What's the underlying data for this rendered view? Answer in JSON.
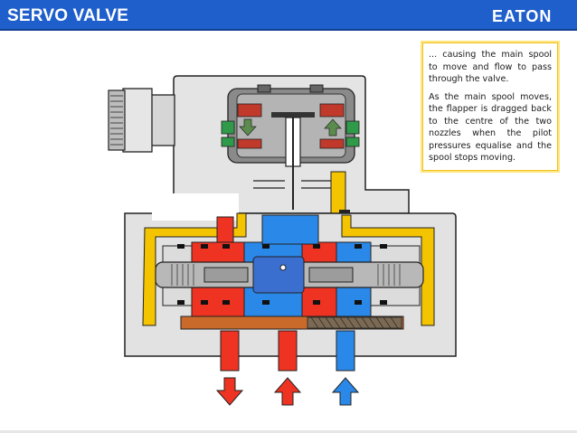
{
  "header": {
    "title": "SERVO VALVE",
    "logo_text": "EATON",
    "background_color": "#1f5fcc"
  },
  "note": {
    "paragraph_1": "... causing the main spool to move and flow to pass through the valve.",
    "paragraph_2": "As the main spool moves, the flapper is dragged back to the centre of the two nozzles when the pilot pressures equalise and the spool stops moving."
  },
  "colors": {
    "pressure_red": "#ee3322",
    "return_blue": "#2a88e8",
    "pilot_yellow": "#f5c400",
    "body_gray": "#e2e2e2",
    "coil_red": "#c0392b",
    "coil_green": "#2f9a4a"
  },
  "icons": {
    "port_a_arrow": "arrow-down-icon",
    "port_p_arrow": "arrow-up-icon",
    "port_t_arrow": "arrow-up-icon",
    "connector": "electrical-connector-icon"
  }
}
